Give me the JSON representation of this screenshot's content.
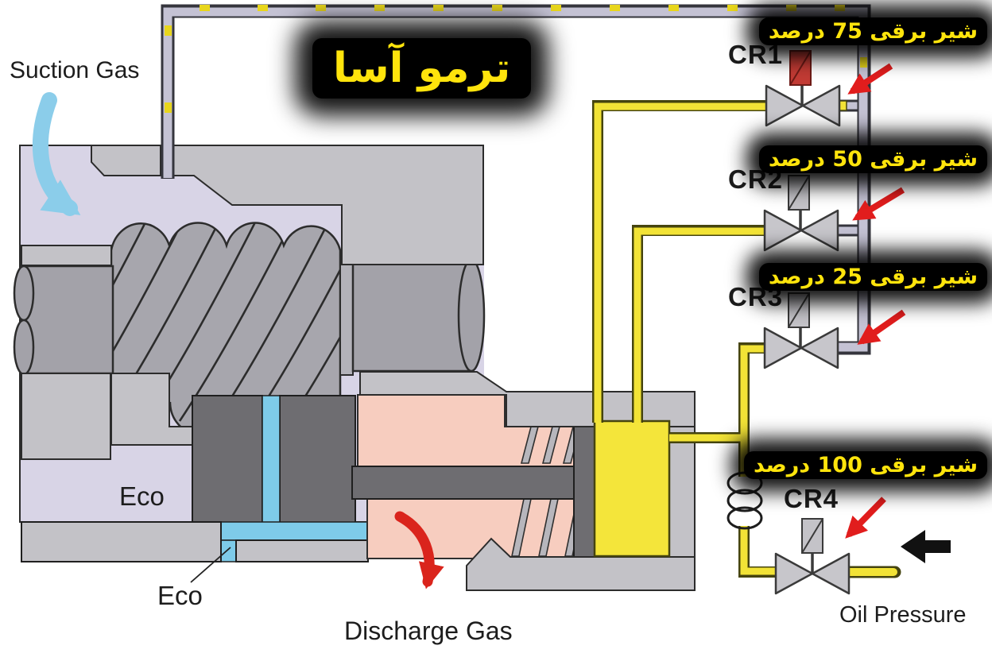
{
  "title": "ترمو آسا",
  "labels": {
    "suction_gas": "Suction Gas",
    "discharge_gas": "Discharge Gas",
    "oil_pressure": "Oil Pressure",
    "eco_chamber": "Eco",
    "eco_port": "Eco"
  },
  "valves": [
    {
      "label": "CR1",
      "annotation": "شیر برقی 75 درصد",
      "capacity_percent": 75,
      "actuator_color": "#c23b34"
    },
    {
      "label": "CR2",
      "annotation": "شیر برقی 50 درصد",
      "capacity_percent": 50,
      "actuator_color": "#c4c3c8"
    },
    {
      "label": "CR3",
      "annotation": "شیر برقی 25 درصد",
      "capacity_percent": 25,
      "actuator_color": "#c4c3c8"
    },
    {
      "label": "CR4",
      "annotation": "شیر برقی 100 درصد",
      "capacity_percent": 100,
      "actuator_color": "#c4c3c8"
    }
  ],
  "colors": {
    "suction_region": "#d8d4e6",
    "casing": "#c3c2c7",
    "rotor": "#a7a6ad",
    "slide_valve_dark": "#6e6d71",
    "discharge_pink": "#f7cdbf",
    "eco_blue": "#7ecbe9",
    "oil_yellow": "#f4e53a",
    "gas_pipe": "#c4c2d4",
    "annotation_text": "#ffe40c",
    "arrow_red": "#e11d1d",
    "suction_arrow_blue": "#8bcdea"
  }
}
